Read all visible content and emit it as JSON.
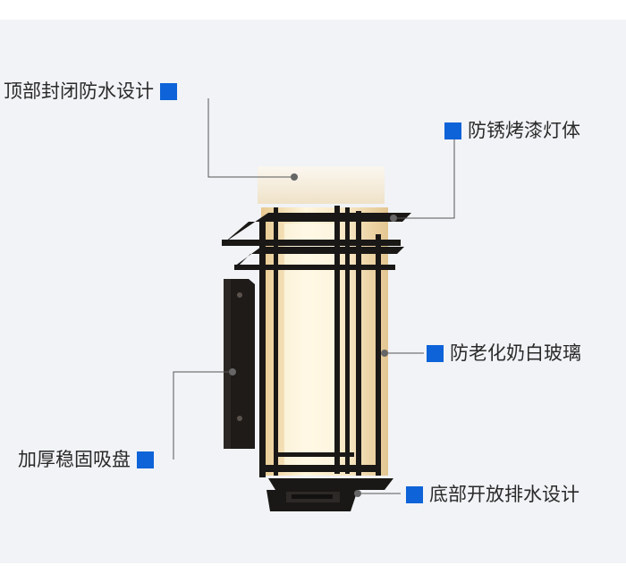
{
  "colors": {
    "marker": "#0e63d8",
    "background": "#f1f3f6",
    "frame": "#1a1816",
    "glass": "#fbf4e6",
    "leader": "#555555"
  },
  "callouts": {
    "top_waterproof": "顶部封闭防水设计",
    "anti_rust_body": "防锈烤漆灯体",
    "milky_glass": "防老化奶白玻璃",
    "thick_base": "加厚稳固吸盘",
    "bottom_drain": "底部开放排水设计"
  }
}
